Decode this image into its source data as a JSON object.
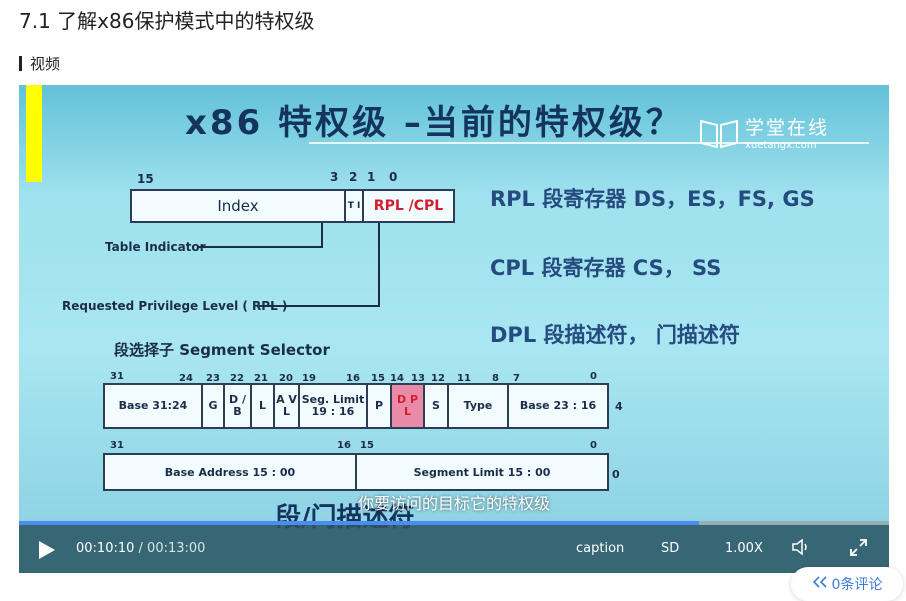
{
  "page": {
    "title": "7.1 了解x86保护模式中的特权级"
  },
  "section": {
    "label": "视频"
  },
  "slide": {
    "title": "x86 特权级 –当前的特权级？",
    "logo_text": "学堂在线",
    "logo_url_text": "xuetangx.com",
    "selector": {
      "bit_15": "15",
      "bit_3": "3",
      "bit_2": "2",
      "bit_1": "1",
      "bit_0": "0",
      "index_label": "Index",
      "ti_label": "T I",
      "rpl_cpl_label": "RPL /CPL",
      "table_indicator": "Table Indicator",
      "rpl_label": "Requested Privilege Level ( RPL )",
      "caption": "段选择子 Segment Selector"
    },
    "right_text": {
      "rpl": "RPL  段寄存器 DS，ES，FS, GS",
      "cpl": "CPL  段寄存器 CS， SS",
      "dpl": "DPL  段描述符， 门描述符"
    },
    "descriptor": {
      "top_bits": [
        "31",
        "24",
        "23",
        "22",
        "21",
        "20",
        "19",
        "16",
        "15",
        "14",
        "13",
        "12",
        "11",
        "8",
        "7",
        "0"
      ],
      "cells": [
        "Base 31:24",
        "G",
        "D / B",
        "L",
        "A V L",
        "Seg. Limit 19 : 16",
        "P",
        "D P L",
        "S",
        "Type",
        "Base 23 : 16"
      ],
      "right_num_top": "4",
      "bottom_bits": [
        "31",
        "16",
        "15",
        "0"
      ],
      "bottom_cells": [
        "Base  Address 15 : 00",
        "Segment Limit 15 : 00"
      ],
      "right_num_bottom": "0"
    },
    "bottom_text": "段/门描述符",
    "subtitle": "你要访问的目标它的特权级"
  },
  "player": {
    "current_time": "00:10:10",
    "separator": " / ",
    "total_time": "00:13:00",
    "progress_fraction": 0.782,
    "caption_label": "caption",
    "quality_label": "SD",
    "speed_label": "1.00X",
    "volume_icon": "volume-icon",
    "fullscreen_icon": "fullscreen-icon",
    "play_icon": "play-icon"
  },
  "comments": {
    "label": "0条评论",
    "icon": "chevron-double-left-icon"
  }
}
